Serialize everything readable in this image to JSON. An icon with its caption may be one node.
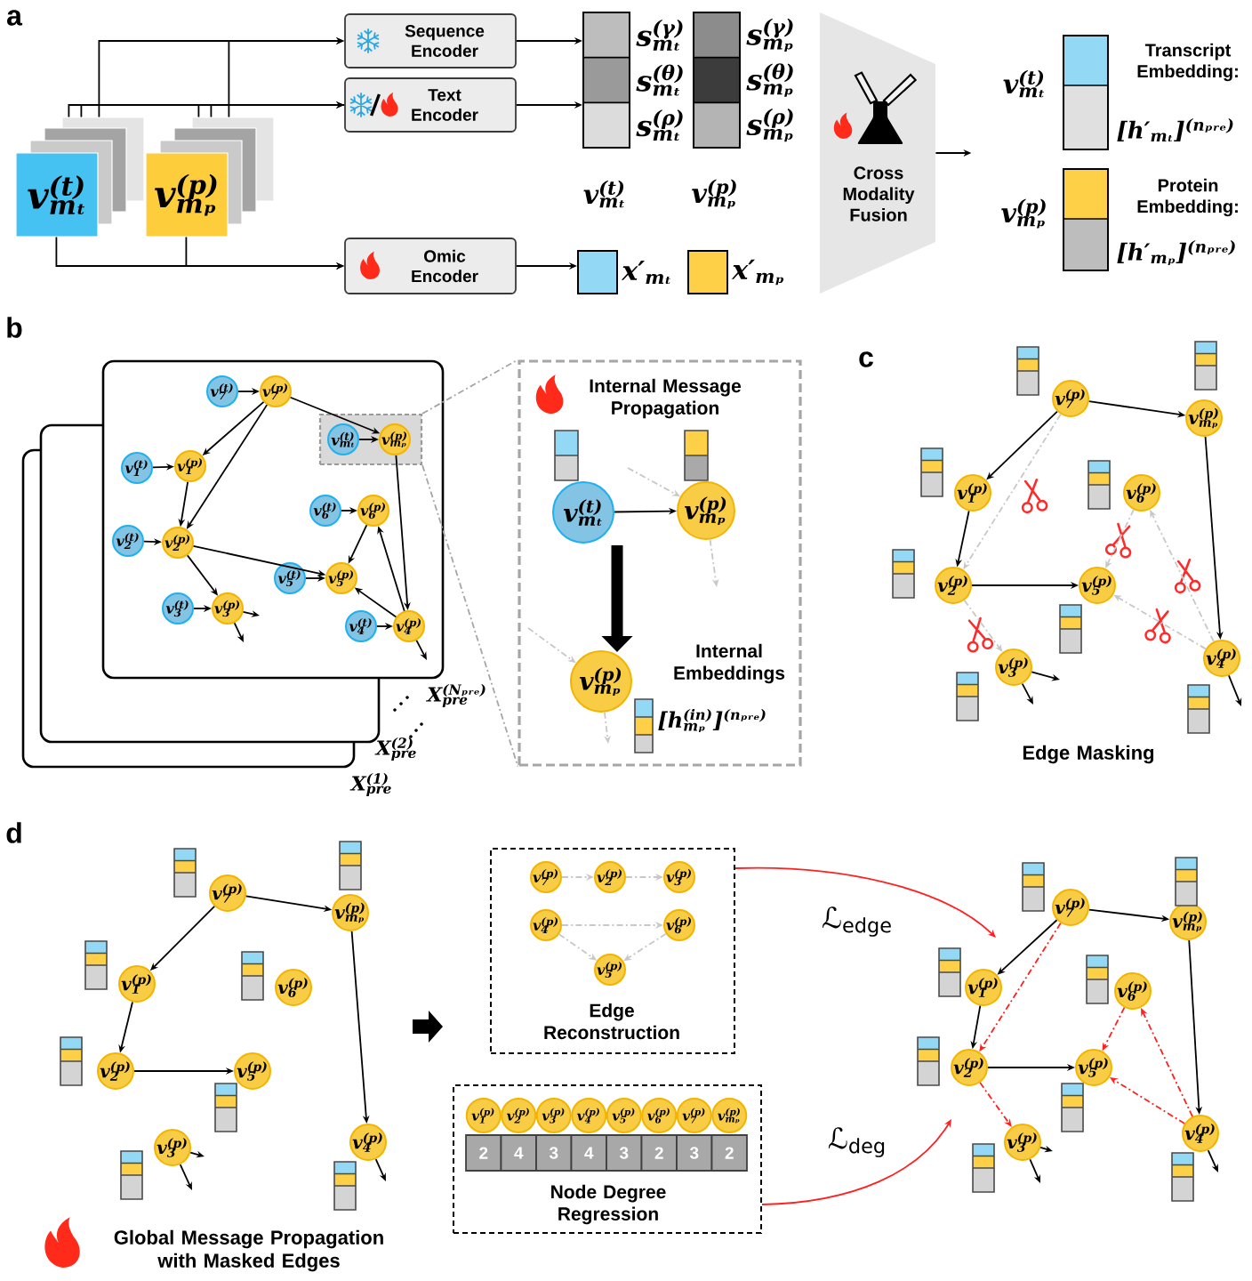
{
  "diagram": {
    "nodes": [
      {
        "text": [
          "v$^{(t)}$$_{mₜ}$"
        ]
      },
      {
        "text": [
          "v$^{(p)}$$_{mₚ}$"
        ]
      },
      {
        "text": [
          "Sequence Encoder"
        ]
      },
      {
        "text": [
          "Text Encoder"
        ]
      },
      {
        "text": [
          "Omic Encoder"
        ]
      },
      {
        "text": [],
        "shape": "bar",
        "beside": [
          "s$^{(γ)}$$_{mₜ}$",
          "s$^{(θ)}$$_{mₜ}$",
          "s$^{(ρ)}$$_{mₜ}$"
        ]
      },
      {
        "text": [],
        "shape": "bar",
        "beside": [
          "s$^{(γ)}$$_{mₚ}$",
          "s$^{(θ)}$$_{mₚ}$",
          "s$^{(ρ)}$$_{mₚ}$"
        ]
      },
      {
        "text": [],
        "shape": "box",
        "beside": [
          "v$^{(t)}$$_{mₜ}$",
          "x′$_{mₜ}$"
        ]
      },
      {
        "text": [],
        "shape": "box",
        "beside": [
          "v$^{(p)}$$_{mₚ}$",
          "x′$_{mₚ}$"
        ]
      },
      {
        "text": [
          "Cross Modality Fusion"
        ]
      },
      {
        "text": [],
        "shape": "bar",
        "beside": [
          "v$^{(t)}$$_{mₜ}$",
          "Transcript Embedding:",
          "[h′$_{mₜ}$]$^{(nₚᵣₑ)}$"
        ]
      },
      {
        "text": [],
        "shape": "bar",
        "beside": [
          "v$^{(p)}$$_{mₚ}$",
          "Protein Embedding:",
          "[h′$_{mₚ}$]$^{(nₚᵣₑ)}$"
        ]
      },
      {
        "text": [],
        "shape": "box",
        "beside": [
          "X$^{(Nₚᵣₑ)}$$_{pre}$"
        ]
      },
      {
        "text": [
          "v$^{(t)}$$_{7}$"
        ],
        "in": 12
      },
      {
        "text": [
          "v$^{(p)}$$_{7}$"
        ],
        "in": 12
      },
      {
        "text": [],
        "shape": "box",
        "in": 12
      },
      {
        "text": [
          "v$^{(t)}$$_{mₜ}$"
        ],
        "in": 15
      },
      {
        "text": [
          "v$^{(p)}$$_{mₚ}$"
        ],
        "in": 15
      },
      {
        "text": [
          "v$^{(t)}$$_{1}$"
        ],
        "in": 12
      },
      {
        "text": [
          "v$^{(p)}$$_{1}$"
        ],
        "in": 12
      },
      {
        "text": [
          "v$^{(t)}$$_{6}$"
        ],
        "in": 12
      },
      {
        "text": [
          "v$^{(p)}$$_{6}$"
        ],
        "in": 12
      },
      {
        "text": [
          "v$^{(t)}$$_{2}$"
        ],
        "in": 12
      },
      {
        "text": [
          "v$^{(p)}$$_{2}$"
        ],
        "in": 12
      },
      {
        "text": [
          "v$^{(t)}$$_{5}$"
        ],
        "in": 12
      },
      {
        "text": [
          "v$^{(p)}$$_{5}$"
        ],
        "in": 12
      },
      {
        "text": [
          "v$^{(t)}$$_{3}$"
        ],
        "in": 12
      },
      {
        "text": [
          "v$^{(p)}$$_{3}$"
        ],
        "in": 12
      },
      {
        "text": [
          "v$^{(t)}$$_{4}$"
        ],
        "in": 12
      },
      {
        "text": [
          "v$^{(p)}$$_{4}$"
        ],
        "in": 12
      },
      {
        "text": [
          "Internal Message Propagation",
          "Internal Embeddings",
          "[h$^{(in)}$$_{mₚ}$]$^{(nₚᵣₑ)}$"
        ]
      },
      {
        "text": [
          "v$^{(t)}$$_{mₜ}$"
        ],
        "in": 30
      },
      {
        "text": [
          "v$^{(p)}$$_{mₚ}$"
        ],
        "in": 30
      },
      {
        "text": [
          "v$^{(p)}$$_{mₚ}$"
        ],
        "in": 30
      },
      {
        "text": [
          "v$^{(p)}$$_{7}$"
        ]
      },
      {
        "text": [
          "v$^{(p)}$$_{mₚ}$"
        ]
      },
      {
        "text": [
          "v$^{(p)}$$_{1}$"
        ]
      },
      {
        "text": [
          "v$^{(p)}$$_{6}$"
        ]
      },
      {
        "text": [
          "v$^{(p)}$$_{2}$"
        ]
      },
      {
        "text": [
          "v$^{(p)}$$_{5}$"
        ]
      },
      {
        "text": [
          "v$^{(p)}$$_{3}$"
        ]
      },
      {
        "text": [
          "v$^{(p)}$$_{4}$"
        ]
      },
      {
        "text": [
          "v$^{(p)}$$_{7}$"
        ]
      },
      {
        "text": [
          "v$^{(p)}$$_{mₚ}$"
        ]
      },
      {
        "text": [
          "v$^{(p)}$$_{1}$"
        ]
      },
      {
        "text": [
          "v$^{(p)}$$_{6}$"
        ]
      },
      {
        "text": [
          "v$^{(p)}$$_{2}$"
        ]
      },
      {
        "text": [
          "v$^{(p)}$$_{5}$"
        ]
      },
      {
        "text": [
          "v$^{(p)}$$_{3}$"
        ]
      },
      {
        "text": [
          "v$^{(p)}$$_{4}$"
        ]
      },
      {
        "text": [
          "Edge Reconstruction"
        ]
      },
      {
        "text": [
          "v$^{(p)}$$_{7}$"
        ],
        "in": 50
      },
      {
        "text": [
          "v$^{(p)}$$_{2}$"
        ],
        "in": 50
      },
      {
        "text": [
          "v$^{(p)}$$_{3}$"
        ],
        "in": 50
      },
      {
        "text": [
          "v$^{(p)}$$_{4}$"
        ],
        "in": 50
      },
      {
        "text": [
          "v$^{(p)}$$_{6}$"
        ],
        "in": 50
      },
      {
        "text": [
          "v$^{(p)}$$_{5}$"
        ],
        "in": 50
      },
      {
        "text": [
          "Node Degree Regression"
        ]
      },
      {
        "text": [
          "v$^{(p)}$$_{1}$"
        ],
        "in": 57
      },
      {
        "text": [
          "v$^{(p)}$$_{2}$"
        ],
        "in": 57
      },
      {
        "text": [
          "v$^{(p)}$$_{3}$"
        ],
        "in": 57
      },
      {
        "text": [
          "v$^{(p)}$$_{4}$"
        ],
        "in": 57
      },
      {
        "text": [
          "v$^{(p)}$$_{5}$"
        ],
        "in": 57
      },
      {
        "text": [
          "v$^{(p)}$$_{6}$"
        ],
        "in": 57
      },
      {
        "text": [
          "v$^{(p)}$$_{7}$"
        ],
        "in": 57
      },
      {
        "text": [
          "v$^{(p)}$$_{mₚ}$"
        ],
        "in": 57
      },
      {
        "text": [
          "2"
        ],
        "in": 57
      },
      {
        "text": [
          "4"
        ],
        "in": 57
      },
      {
        "text": [
          "3"
        ],
        "in": 57
      },
      {
        "text": [
          "4"
        ],
        "in": 57
      },
      {
        "text": [
          "3"
        ],
        "in": 57
      },
      {
        "text": [
          "2"
        ],
        "in": 57
      },
      {
        "text": [
          "3"
        ],
        "in": 57
      },
      {
        "text": [
          "2"
        ],
        "in": 57
      },
      {
        "text": [
          "v$^{(p)}$$_{7}$"
        ]
      },
      {
        "text": [
          "v$^{(p)}$$_{mₚ}$"
        ]
      },
      {
        "text": [
          "v$^{(p)}$$_{1}$"
        ]
      },
      {
        "text": [
          "v$^{(p)}$$_{6}$"
        ]
      },
      {
        "text": [
          "v$^{(p)}$$_{2}$"
        ]
      },
      {
        "text": [
          "v$^{(p)}$$_{5}$"
        ]
      },
      {
        "text": [
          "v$^{(p)}$$_{3}$"
        ]
      },
      {
        "text": [
          "v$^{(p)}$$_{4}$"
        ]
      },
      {
        "text": [],
        "shape": "arrow"
      }
    ],
    "edges": [
      {
        "from": 0,
        "to": 2,
        "arrow": "to"
      },
      {
        "from": 1,
        "to": 2,
        "arrow": "to"
      },
      {
        "from": 0,
        "to": 3,
        "arrow": "to"
      },
      {
        "from": 1,
        "to": 3,
        "arrow": "to"
      },
      {
        "from": 0,
        "to": 4,
        "arrow": "to"
      },
      {
        "from": 1,
        "to": 4,
        "arrow": "to"
      },
      {
        "from": 2,
        "to": 5,
        "arrow": "to"
      },
      {
        "from": 3,
        "to": 5,
        "arrow": "to"
      },
      {
        "from": 4,
        "to": 7,
        "arrow": "to"
      },
      {
        "from": 9,
        "to": null,
        "arrow": "to"
      },
      {
        "from": 13,
        "to": 14,
        "arrow": "to"
      },
      {
        "from": 16,
        "to": 17,
        "arrow": "to"
      },
      {
        "from": 18,
        "to": 19,
        "arrow": "to"
      },
      {
        "from": 20,
        "to": 21,
        "arrow": "to"
      },
      {
        "from": 22,
        "to": 23,
        "arrow": "to"
      },
      {
        "from": 24,
        "to": 25,
        "arrow": "to"
      },
      {
        "from": 26,
        "to": 27,
        "arrow": "to"
      },
      {
        "from": 28,
        "to": 29,
        "arrow": "to"
      },
      {
        "from": 14,
        "to": 19,
        "arrow": "to"
      },
      {
        "from": 14,
        "to": 23,
        "arrow": "to"
      },
      {
        "from": 14,
        "to": 17,
        "arrow": "to"
      },
      {
        "from": 19,
        "to": 23,
        "arrow": "to"
      },
      {
        "from": 23,
        "to": 27,
        "arrow": "to"
      },
      {
        "from": 23,
        "to": 25,
        "arrow": "to"
      },
      {
        "from": 17,
        "to": 29,
        "arrow": "to"
      },
      {
        "from": 29,
        "to": 21,
        "arrow": "to"
      },
      {
        "from": 29,
        "to": 25,
        "arrow": "to"
      },
      {
        "from": 21,
        "to": 25,
        "arrow": "to"
      },
      {
        "from": 27,
        "to": null,
        "arrow": "to"
      },
      {
        "from": 27,
        "to": null,
        "arrow": "to"
      },
      {
        "from": 29,
        "to": null,
        "arrow": "to"
      },
      {
        "from": 15,
        "to": 30,
        "arrow": "none",
        "style": "dashed",
        "color": "#a6a6a6"
      },
      {
        "from": 15,
        "to": 30,
        "arrow": "none",
        "style": "dashed",
        "color": "#a6a6a6"
      },
      {
        "from": 31,
        "to": 32,
        "arrow": "to"
      },
      {
        "from": null,
        "to": 32,
        "arrow": "to",
        "style": "dashed",
        "color": "#c8c8c8"
      },
      {
        "from": 32,
        "to": null,
        "arrow": "to",
        "style": "dashed",
        "color": "#c8c8c8"
      },
      {
        "from": null,
        "to": 33,
        "arrow": "to",
        "style": "dashed",
        "color": "#c8c8c8"
      },
      {
        "from": 33,
        "to": null,
        "arrow": "to",
        "style": "dashed",
        "color": "#c8c8c8"
      },
      {
        "from": 34,
        "to": 36,
        "arrow": "to"
      },
      {
        "from": 34,
        "to": 35,
        "arrow": "to"
      },
      {
        "from": 36,
        "to": 38,
        "arrow": "to"
      },
      {
        "from": 38,
        "to": 39,
        "arrow": "to"
      },
      {
        "from": 35,
        "to": 41,
        "arrow": "to"
      },
      {
        "from": 34,
        "to": 38,
        "arrow": "to",
        "style": "dashed",
        "color": "#c8c8c8"
      },
      {
        "from": 38,
        "to": 40,
        "arrow": "to",
        "style": "dashed",
        "color": "#c8c8c8"
      },
      {
        "from": 37,
        "to": 39,
        "arrow": "to",
        "style": "dashed",
        "color": "#c8c8c8"
      },
      {
        "from": 41,
        "to": 37,
        "arrow": "to",
        "style": "dashed",
        "color": "#c8c8c8"
      },
      {
        "from": 41,
        "to": 39,
        "arrow": "to",
        "style": "dashed",
        "color": "#c8c8c8"
      },
      {
        "from": 40,
        "to": null,
        "arrow": "to"
      },
      {
        "from": 40,
        "to": null,
        "arrow": "to"
      },
      {
        "from": 41,
        "to": null,
        "arrow": "to"
      },
      {
        "from": 42,
        "to": 44,
        "arrow": "to"
      },
      {
        "from": 42,
        "to": 43,
        "arrow": "to"
      },
      {
        "from": 44,
        "to": 46,
        "arrow": "to"
      },
      {
        "from": 46,
        "to": 47,
        "arrow": "to"
      },
      {
        "from": 43,
        "to": 49,
        "arrow": "to"
      },
      {
        "from": 48,
        "to": null,
        "arrow": "to"
      },
      {
        "from": 48,
        "to": null,
        "arrow": "to"
      },
      {
        "from": 49,
        "to": null,
        "arrow": "to"
      },
      {
        "from": 51,
        "to": 52,
        "arrow": "to",
        "style": "dashed",
        "color": "#c8c8c8"
      },
      {
        "from": 52,
        "to": 53,
        "arrow": "to",
        "style": "dashed",
        "color": "#c8c8c8"
      },
      {
        "from": 54,
        "to": 55,
        "arrow": "to",
        "style": "dashed",
        "color": "#c8c8c8"
      },
      {
        "from": 54,
        "to": 56,
        "arrow": "to",
        "style": "dashed",
        "color": "#c8c8c8"
      },
      {
        "from": 55,
        "to": 56,
        "arrow": "to",
        "style": "dashed",
        "color": "#c8c8c8"
      },
      {
        "from": 74,
        "to": 76,
        "arrow": "to"
      },
      {
        "from": 74,
        "to": 75,
        "arrow": "to"
      },
      {
        "from": 76,
        "to": 78,
        "arrow": "to"
      },
      {
        "from": 78,
        "to": 79,
        "arrow": "to"
      },
      {
        "from": 75,
        "to": 81,
        "arrow": "to"
      },
      {
        "from": 74,
        "to": 78,
        "arrow": "to",
        "style": "dashed",
        "color": "#ff2020"
      },
      {
        "from": 78,
        "to": 80,
        "arrow": "to",
        "style": "dashed",
        "color": "#ff2020"
      },
      {
        "from": 77,
        "to": 79,
        "arrow": "to",
        "style": "dashed",
        "color": "#ff2020"
      },
      {
        "from": 81,
        "to": 77,
        "arrow": "to",
        "style": "dashed",
        "color": "#ff2020"
      },
      {
        "from": 81,
        "to": 79,
        "arrow": "to",
        "style": "dashed",
        "color": "#ff2020"
      },
      {
        "from": 80,
        "to": null,
        "arrow": "to"
      },
      {
        "from": 80,
        "to": null,
        "arrow": "to"
      },
      {
        "from": 81,
        "to": null,
        "arrow": "to"
      },
      {
        "from": 50,
        "to": null,
        "arrow": "to",
        "label": "ℒ$_{edge}$",
        "color": "#ff2020"
      },
      {
        "from": 57,
        "to": null,
        "arrow": "to",
        "label": "ℒ$_{deg}$",
        "color": "#ff2020"
      },
      {
        "from": 31,
        "to": 33,
        "arrow": "to",
        "style": "thick"
      }
    ],
    "labels": [
      "a",
      "b",
      "c",
      "X$^{(2)}$$_{pre}$",
      "X$^{(1)}$$_{pre}$",
      "Edge Masking",
      "d",
      "Global Message Propagation with Masked Edges"
    ]
  }
}
